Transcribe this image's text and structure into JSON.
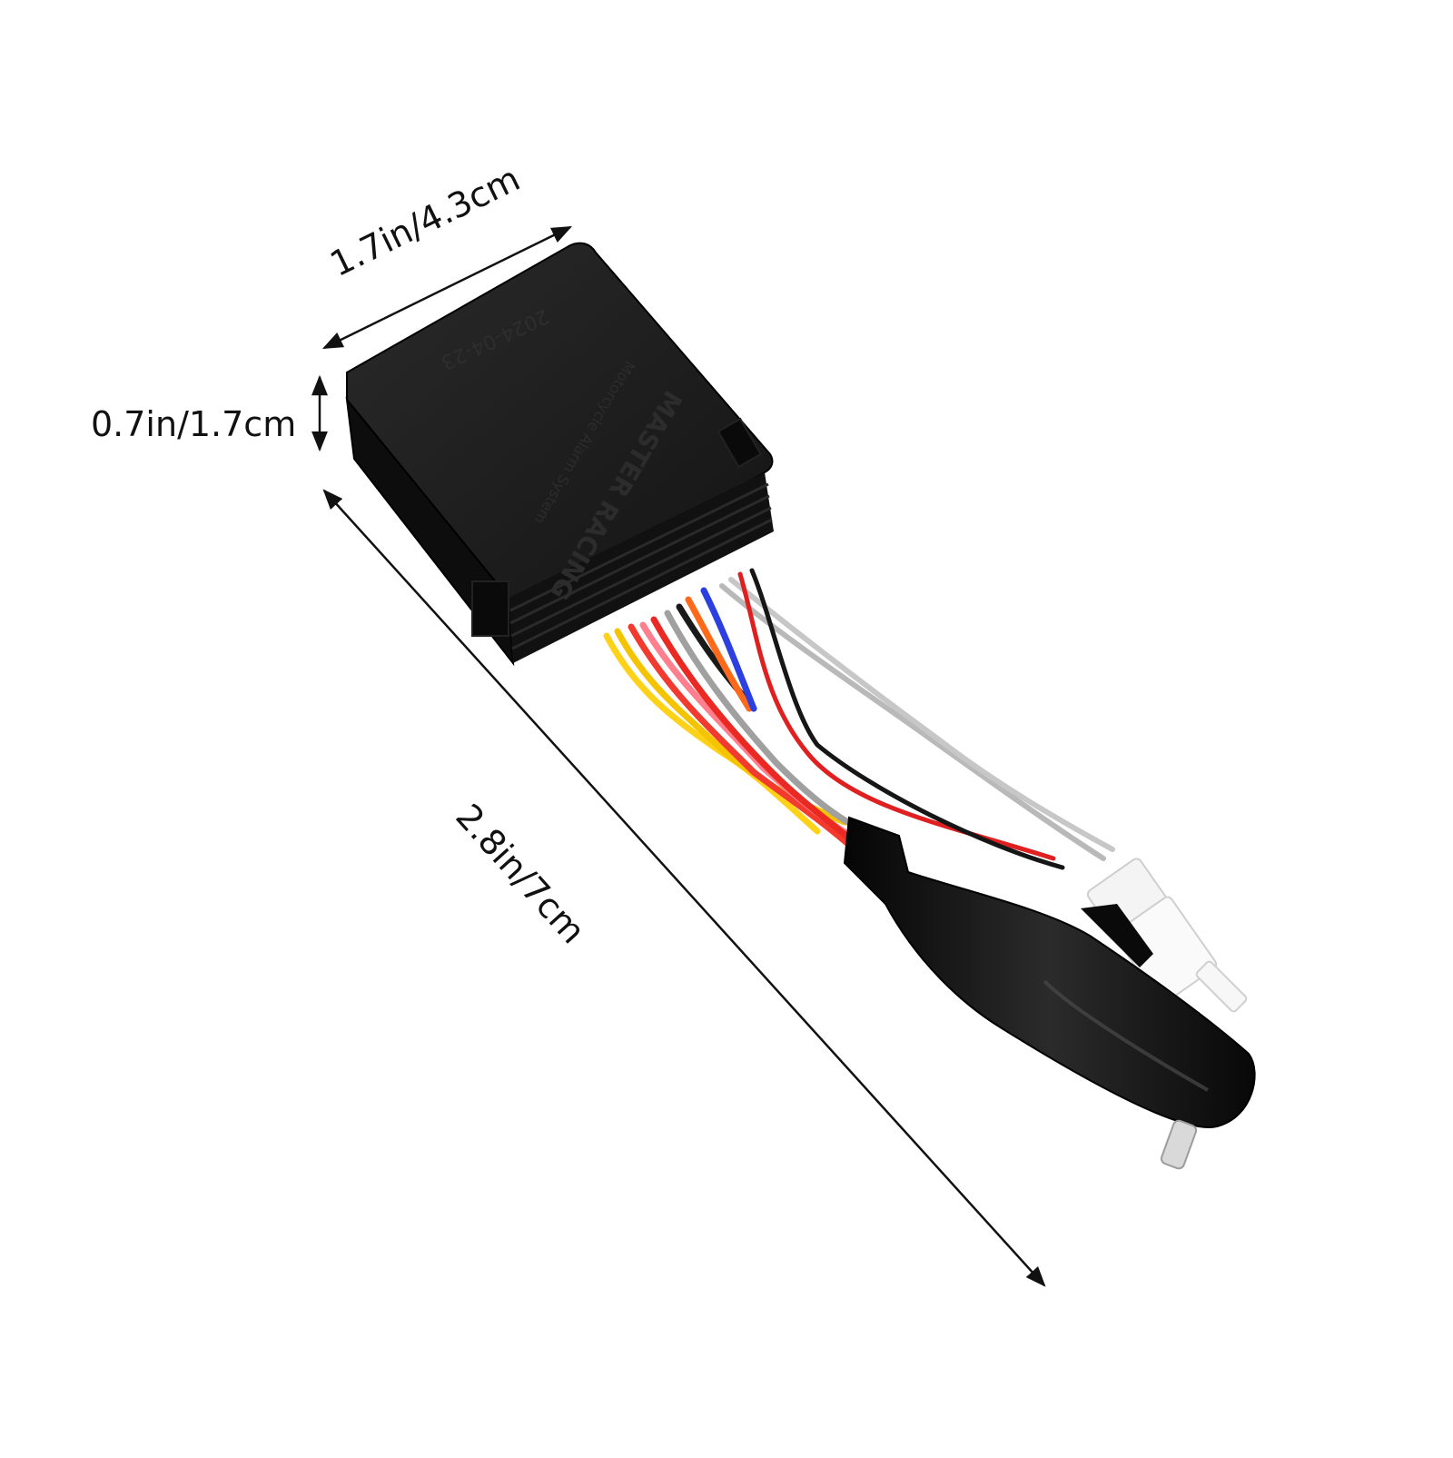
{
  "dimensions": {
    "width_label": "1.7in/4.3cm",
    "height_label": "0.7in/1.7cm",
    "length_label": "2.8in/7cm"
  },
  "device_labels": {
    "brand": "MASTER RACING",
    "product": "Motorcycle Alarm System",
    "date": "2024-04-23"
  },
  "wire_colors": [
    "#ffd21a",
    "#ffd21a",
    "#ff6f6f",
    "#f23b2e",
    "#ff8fa0",
    "#9a9a9a",
    "#1a1a1a",
    "#ff6a1a",
    "#2c3fe0",
    "#b9b9b9",
    "#bdbdbd",
    "#e02020",
    "#161616"
  ]
}
